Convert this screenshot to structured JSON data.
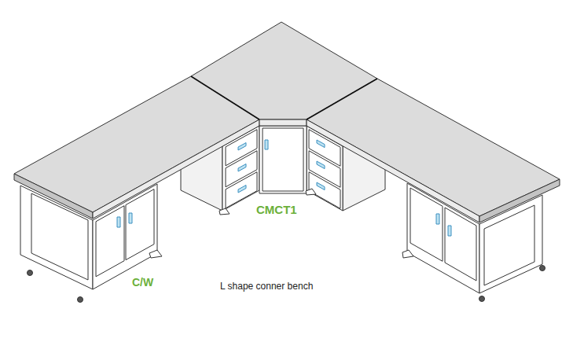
{
  "diagram": {
    "caption": "L shape conner bench",
    "labels": [
      "CMCT1",
      "C/W"
    ]
  }
}
